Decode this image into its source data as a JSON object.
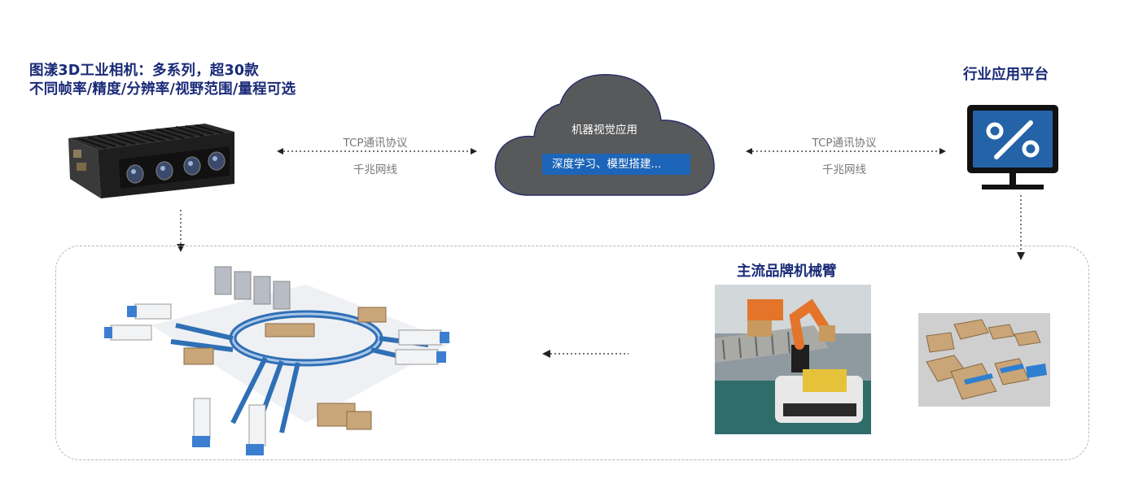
{
  "camera": {
    "line1": "图漾3D工业相机：多系列，超30款",
    "line2": "不同帧率/精度/分辨率/视野范围/量程可选"
  },
  "platform": {
    "title": "行业应用平台"
  },
  "cloud": {
    "title": "机器视觉应用",
    "tag": "深度学习、模型搭建..."
  },
  "left_link": {
    "protocol": "TCP通讯协议",
    "network": "千兆网线"
  },
  "right_link": {
    "protocol": "TCP通讯协议",
    "network": "千兆网线"
  },
  "robot_arm": {
    "label": "主流品牌机械臂"
  },
  "colors": {
    "title_navy": "#1a2a78",
    "cloud_gray": "#58595b",
    "cloud_border": "#2a2f6a",
    "accent_blue": "#1d65b8",
    "monitor_blue": "#2563a8"
  },
  "icons": {
    "monitor": "percent-monitor-icon",
    "camera": "3d-camera-image",
    "warehouse": "logistics-warehouse-image",
    "robot": "robot-arm-image",
    "boxes": "parcels-image"
  }
}
